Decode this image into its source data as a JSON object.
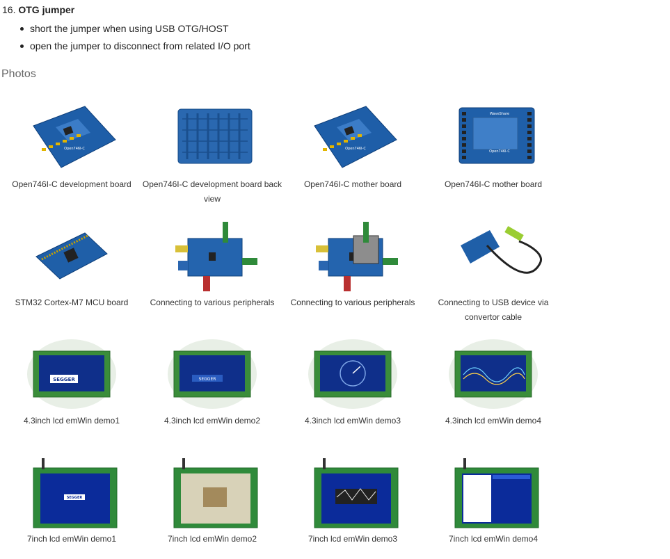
{
  "jumper": {
    "number": "16.",
    "title": "OTG jumper",
    "bullets": [
      "short the jumper when using USB OTG/HOST",
      "open the jumper to disconnect from related I/O port"
    ]
  },
  "photos": {
    "heading": "Photos",
    "items": [
      {
        "caption": "Open746I-C development board",
        "kind": "board"
      },
      {
        "caption": "Open746I-C development board back view",
        "kind": "board-back"
      },
      {
        "caption": "Open746I-C mother board",
        "kind": "board"
      },
      {
        "caption": "Open746I-C mother board",
        "kind": "mother"
      },
      {
        "caption": "STM32 Cortex-M7 MCU board",
        "kind": "mcu"
      },
      {
        "caption": "Connecting to various peripherals",
        "kind": "periph"
      },
      {
        "caption": "Connecting to various peripherals",
        "kind": "periph-lcd"
      },
      {
        "caption": "Connecting to USB device via convertor cable",
        "kind": "usb"
      },
      {
        "caption": "4.3inch lcd emWin demo1",
        "kind": "lcd43"
      },
      {
        "caption": "4.3inch lcd emWin demo2",
        "kind": "lcd43"
      },
      {
        "caption": "4.3inch lcd emWin demo3",
        "kind": "lcd43"
      },
      {
        "caption": "4.3inch lcd emWin demo4",
        "kind": "lcd43"
      },
      {
        "caption": "7inch lcd emWin demo1",
        "kind": "lcd7"
      },
      {
        "caption": "7inch lcd emWin demo2",
        "kind": "lcd7"
      },
      {
        "caption": "7inch lcd emWin demo3",
        "kind": "lcd7"
      },
      {
        "caption": "7inch lcd emWin demo4",
        "kind": "lcd7"
      }
    ]
  },
  "screen_text": {
    "segger": "SEGGER",
    "board_label": "Open746I-C",
    "waveshare": "WaveShare"
  }
}
